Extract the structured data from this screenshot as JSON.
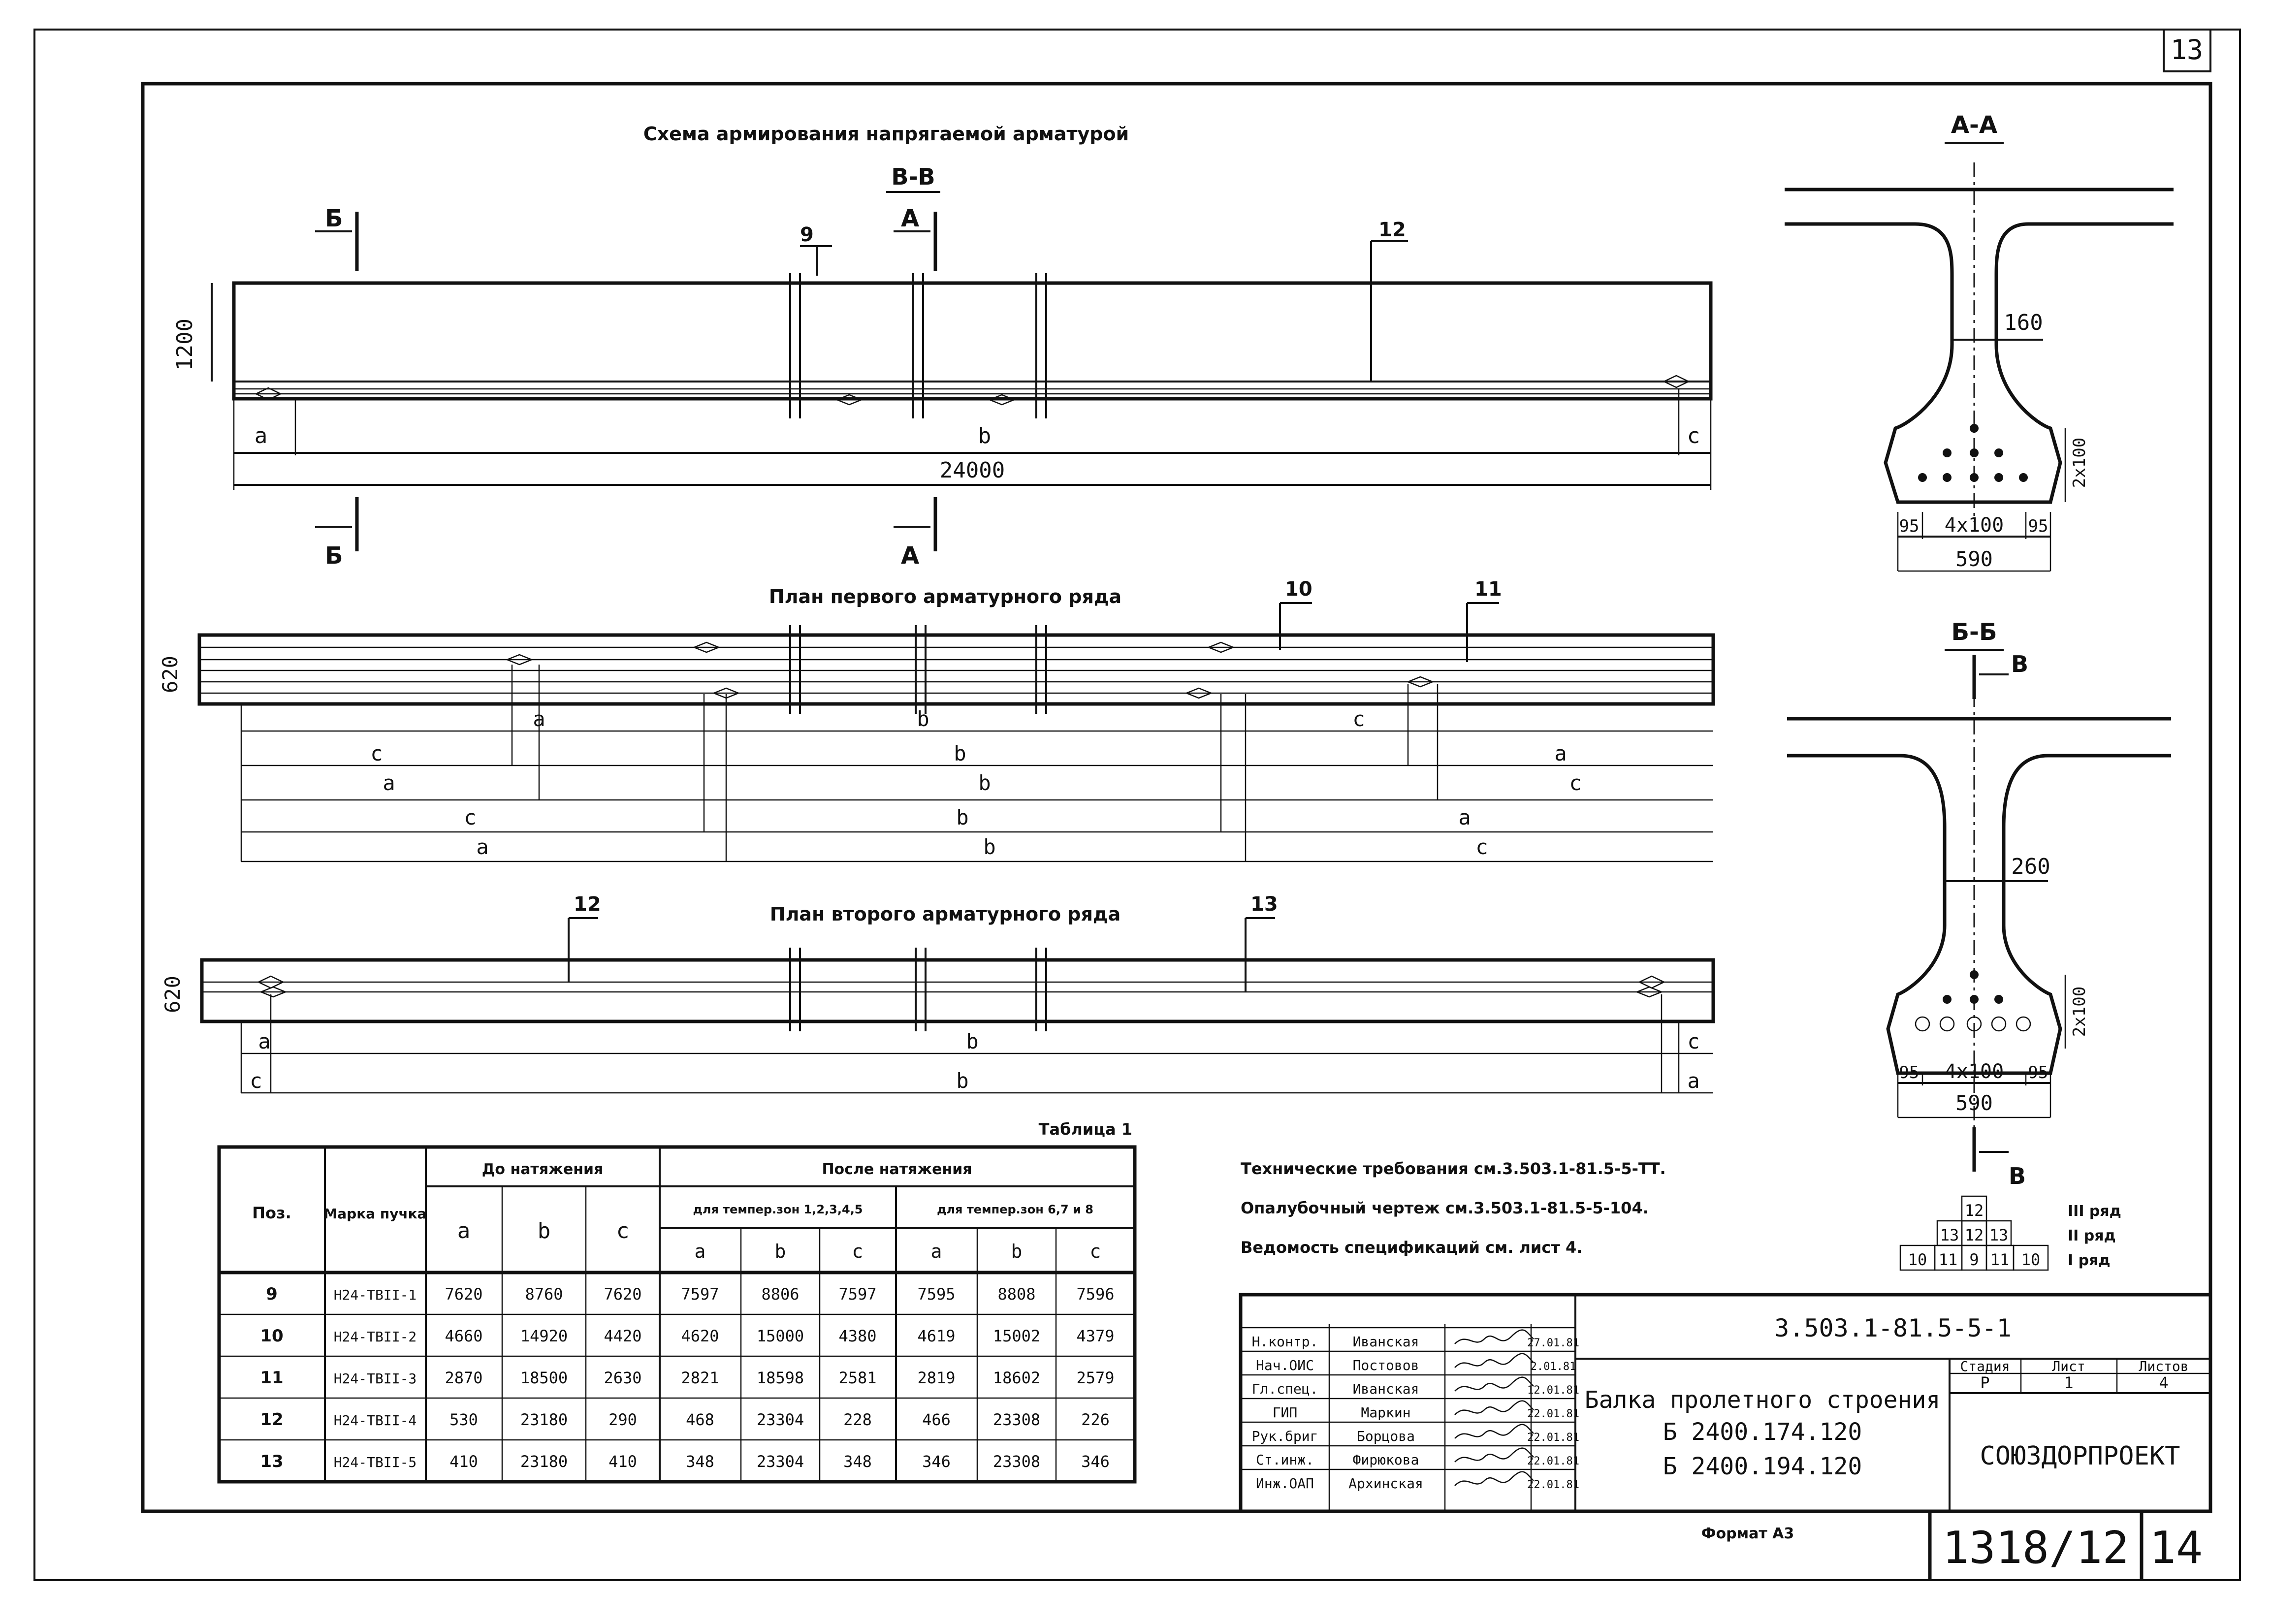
{
  "sheet": {
    "corner_number": "13",
    "doc_number": "1318/12",
    "page_number": "14",
    "format": "Формат А3"
  },
  "views": {
    "main_title": "Схема армирования напрягаемой арматурой",
    "section_vv": "В-В",
    "first_row_title": "План первого арматурного ряда",
    "second_row_title": "План второго арматурного ряда"
  },
  "elevation": {
    "height": "1200",
    "length": "24000",
    "cut_b": "Б",
    "cut_a": "А",
    "pos_9": "9",
    "pos_12": "12",
    "label_a": "a",
    "label_b": "b",
    "label_c": "c"
  },
  "plan1": {
    "height": "620",
    "pos_10": "10",
    "pos_11": "11",
    "label_a": "a",
    "label_b": "b",
    "label_c": "c"
  },
  "plan2": {
    "height": "620",
    "pos_12": "12",
    "pos_13": "13",
    "label_a": "a",
    "label_b": "b",
    "label_c": "c"
  },
  "section_aa": {
    "title": "А-А",
    "web": "160",
    "bottom": "590",
    "mid": "4х100",
    "edge": "95",
    "vert": "2x100"
  },
  "section_bb": {
    "title": "Б-Б",
    "web": "260",
    "bottom": "590",
    "mid": "4х100",
    "edge": "95",
    "vert": "2x100",
    "cut_v": "В"
  },
  "notes": [
    "Технические требования см.3.503.1-81.5-5-ТТ.",
    "Опалубочный чертеж см.3.503.1-81.5-5-104.",
    "Ведомость спецификаций см. лист 4."
  ],
  "rows_legend": {
    "row3_label": "III ряд",
    "row2_label": "II ряд",
    "row1_label": "I ряд",
    "row3": [
      "12"
    ],
    "row2": [
      "13",
      "12",
      "13"
    ],
    "row1": [
      "10",
      "11",
      "9",
      "11",
      "10"
    ]
  },
  "table": {
    "caption": "Таблица 1",
    "h_pos": "Поз.",
    "h_mark": "Марка пучка",
    "h_before": "До натяжения",
    "h_after": "После натяжения",
    "h_zone1": "для темпер.зон 1,2,3,4,5",
    "h_zone2": "для темпер.зон 6,7 и 8",
    "h_cols": [
      "a",
      "b",
      "c",
      "a",
      "b",
      "c",
      "a",
      "b",
      "c"
    ],
    "rows": [
      [
        "9",
        "Н24-ТВII-1",
        "7620",
        "8760",
        "7620",
        "7597",
        "8806",
        "7597",
        "7595",
        "8808",
        "7596"
      ],
      [
        "10",
        "Н24-ТВII-2",
        "4660",
        "14920",
        "4420",
        "4620",
        "15000",
        "4380",
        "4619",
        "15002",
        "4379"
      ],
      [
        "11",
        "Н24-ТВII-3",
        "2870",
        "18500",
        "2630",
        "2821",
        "18598",
        "2581",
        "2819",
        "18602",
        "2579"
      ],
      [
        "12",
        "Н24-ТВII-4",
        "530",
        "23180",
        "290",
        "468",
        "23304",
        "228",
        "466",
        "23308",
        "226"
      ],
      [
        "13",
        "Н24-ТВII-5",
        "410",
        "23180",
        "410",
        "348",
        "23304",
        "348",
        "346",
        "23308",
        "346"
      ]
    ]
  },
  "title_block": {
    "code": "3.503.1-81.5-5-1",
    "title_line1": "Балка пролетного строения",
    "title_line2": "Б 2400.174.120",
    "title_line3": "Б 2400.194.120",
    "stage_label": "Стадия",
    "sheet_label": "Лист",
    "sheets_label": "Листов",
    "stage": "Р",
    "sheet": "1",
    "sheets": "4",
    "org": "СОЮЗДОРПРОЕКТ",
    "staff": [
      [
        "Н.контр.",
        "Иванская",
        "27.01.81"
      ],
      [
        "Нач.ОИС",
        "Постовов",
        "2.01.81"
      ],
      [
        "Гл.спец.",
        "Иванская",
        "12.01.81"
      ],
      [
        "ГИП",
        "Маркин",
        "22.01.81"
      ],
      [
        "Рук.бриг",
        "Борцова",
        "22.01.81"
      ],
      [
        "Ст.инж.",
        "Фирюкова",
        "22.01.81"
      ],
      [
        "Инж.ОАП",
        "Архинская",
        "22.01.81"
      ]
    ]
  }
}
